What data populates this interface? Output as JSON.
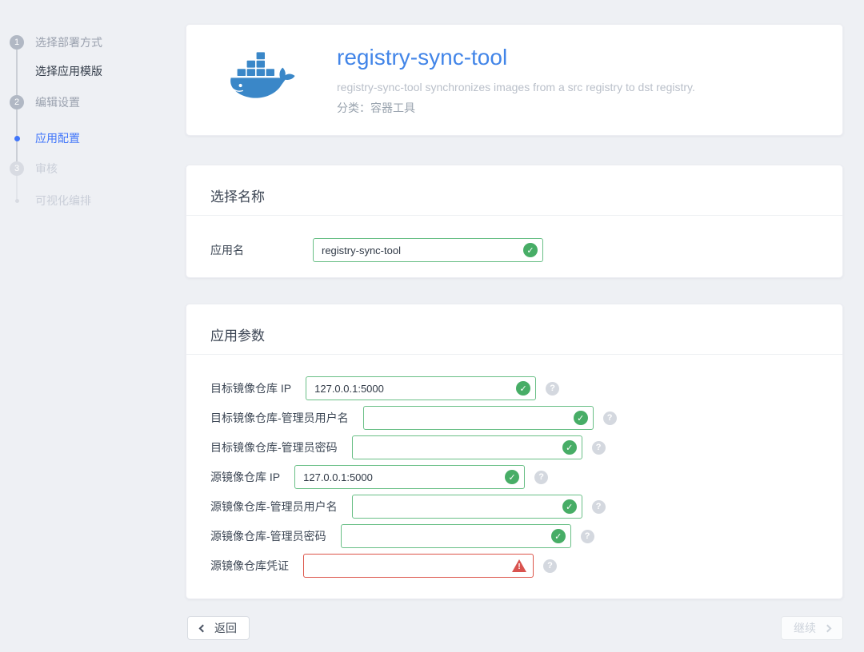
{
  "stepper": {
    "steps": [
      {
        "number": "1",
        "label": "选择部署方式",
        "state": "done",
        "sub": {
          "label": "选择应用模版",
          "state": "done"
        }
      },
      {
        "number": "2",
        "label": "编辑设置",
        "state": "done",
        "sub": {
          "label": "应用配置",
          "state": "active"
        }
      },
      {
        "number": "3",
        "label": "审核",
        "state": "pending",
        "sub": {
          "label": "可视化编排",
          "state": "pending"
        }
      }
    ]
  },
  "header": {
    "icon": "docker-whale-icon",
    "title": "registry-sync-tool",
    "description": "registry-sync-tool synchronizes images from a src registry to dst registry.",
    "category": "分类：容器工具"
  },
  "name_card": {
    "title": "选择名称",
    "field": {
      "label": "应用名",
      "value": "registry-sync-tool",
      "status": "valid"
    }
  },
  "params_card": {
    "title": "应用参数",
    "fields": [
      {
        "label": "目标镜像仓库 IP",
        "value": "127.0.0.1:5000",
        "status": "valid",
        "help": "help-icon"
      },
      {
        "label": "目标镜像仓库-管理员用户名",
        "value": "",
        "status": "valid",
        "help": "help-icon"
      },
      {
        "label": "目标镜像仓库-管理员密码",
        "value": "",
        "status": "valid",
        "help": "help-icon"
      },
      {
        "label": "源镜像仓库 IP",
        "value": "127.0.0.1:5000",
        "status": "valid",
        "help": "help-icon"
      },
      {
        "label": "源镜像仓库-管理员用户名",
        "value": "",
        "status": "valid",
        "help": "help-icon"
      },
      {
        "label": "源镜像仓库-管理员密码",
        "value": "",
        "status": "valid",
        "help": "help-icon"
      },
      {
        "label": "源镜像仓库凭证",
        "value": "",
        "status": "error",
        "help": "help-icon"
      }
    ]
  },
  "footer": {
    "back_label": "返回",
    "continue_label": "继续",
    "continue_enabled": false
  },
  "colors": {
    "background": "#eef0f4",
    "accent_blue": "#4285e8",
    "active_step_blue": "#4176fa",
    "valid_green_border": "#69bf86",
    "valid_green_icon": "#47ad66",
    "error_red": "#dc5348",
    "docker_blue": "#3a87c8"
  }
}
